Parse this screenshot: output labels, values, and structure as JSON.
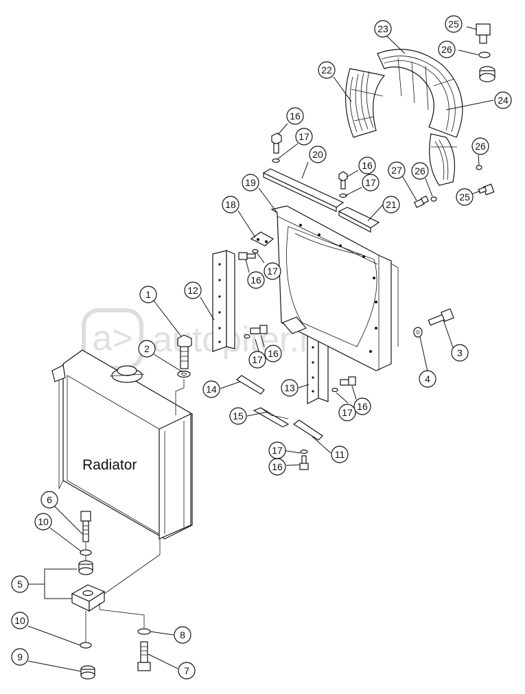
{
  "part_label": "Radiator",
  "watermark": {
    "symbol": "a>",
    "text": "autopiter.ru"
  },
  "callouts": {
    "c1": "1",
    "c2": "2",
    "c3": "3",
    "c4": "4",
    "c5": "5",
    "c6": "6",
    "c7": "7",
    "c8": "8",
    "c9": "9",
    "c10a": "10",
    "c10b": "10",
    "c11": "11",
    "c12": "12",
    "c13": "13",
    "c14": "14",
    "c15": "15",
    "c16a": "16",
    "c16b": "16",
    "c16c": "16",
    "c16d": "16",
    "c16e": "16",
    "c16f": "16",
    "c17a": "17",
    "c17b": "17",
    "c17c": "17",
    "c17d": "17",
    "c17e": "17",
    "c17f": "17",
    "c18": "18",
    "c19": "19",
    "c20": "20",
    "c21": "21",
    "c22": "22",
    "c23": "23",
    "c24": "24",
    "c25a": "25",
    "c25b": "25",
    "c26a": "26",
    "c26b": "26",
    "c26c": "26",
    "c27": "27"
  }
}
